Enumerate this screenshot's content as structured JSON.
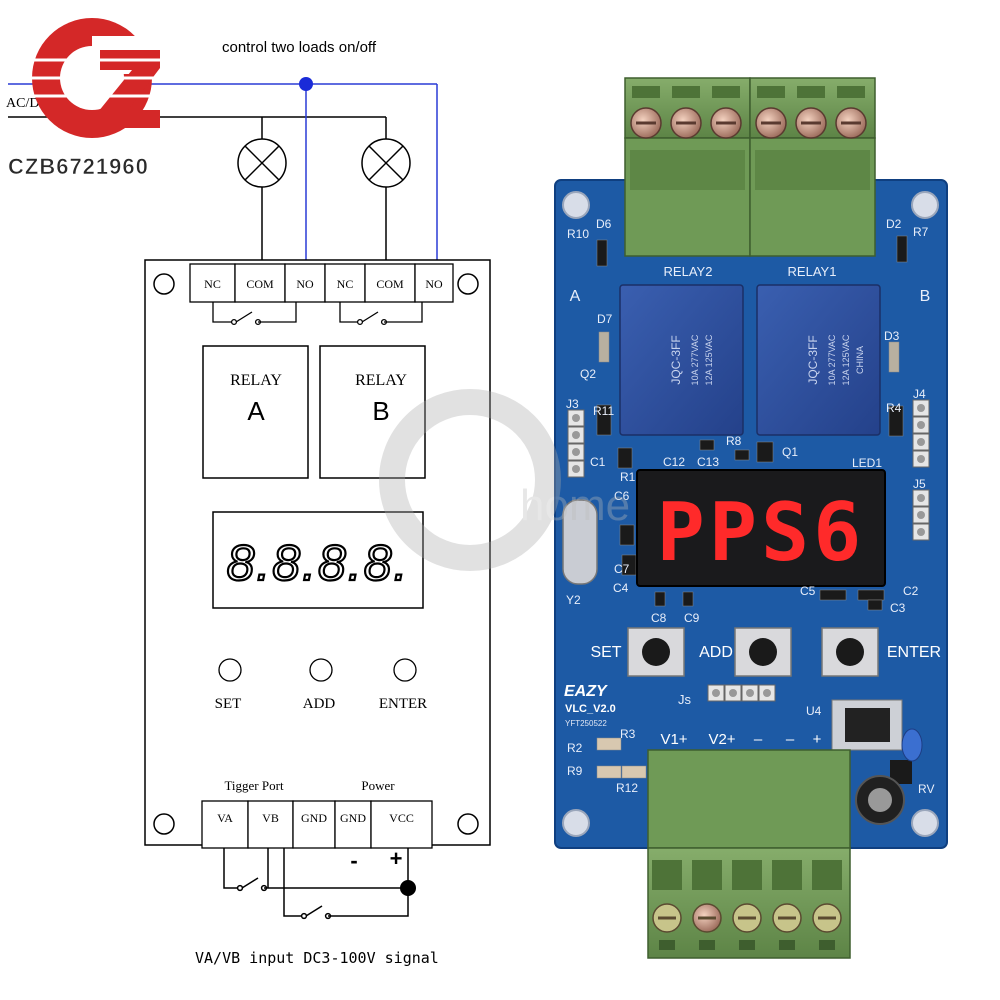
{
  "logo": {
    "mark": "CZB",
    "id_text": "CZB6721960"
  },
  "watermark": {
    "text": "home"
  },
  "diagram": {
    "title": "control two loads  on/off",
    "power_label": "AC/DC Power",
    "relay_terminals": [
      "NC",
      "COM",
      "NO",
      "NC",
      "COM",
      "NO"
    ],
    "relay_a": {
      "line1": "RELAY",
      "line2": "A"
    },
    "relay_b": {
      "line1": "RELAY",
      "line2": "B"
    },
    "display": "8.8.8.8.",
    "buttons": [
      "SET",
      "ADD",
      "ENTER"
    ],
    "trigger_port_label": "Tigger Port",
    "power_section_label": "Power",
    "input_terminals": [
      "VA",
      "VB",
      "GND",
      "GND",
      "VCC"
    ],
    "minus": "-",
    "plus": "+",
    "footer": "VA/VB input DC3-100V  signal"
  },
  "board": {
    "relay1_label": "RELAY1",
    "relay2_label": "RELAY2",
    "side_a": "A",
    "side_b": "B",
    "display": "PPS6",
    "buttons": [
      "SET",
      "ADD",
      "ENTER"
    ],
    "brand": "EAZY",
    "model": "VLC_V2.0",
    "code": "YFT250522",
    "input_labels": [
      "V1+",
      "V2+",
      "–",
      "–",
      "+"
    ],
    "js_label": "Js",
    "parts": [
      "R10",
      "D6",
      "D2",
      "R7",
      "D7",
      "D3",
      "Q2",
      "R11",
      "J3",
      "J4",
      "R4",
      "C1",
      "R1",
      "C12",
      "C13",
      "R8",
      "Q1",
      "LED1",
      "C6",
      "J5",
      "C7",
      "C4",
      "Y2",
      "C8",
      "C9",
      "C5",
      "C2",
      "C3",
      "U4",
      "R2",
      "R3",
      "R9",
      "R12",
      "RV"
    ],
    "relay_text": [
      "JQC-3FF",
      "10A 277VAC",
      "12A 125VAC",
      "CHINA"
    ],
    "colors": {
      "pcb": "#1d5aa5",
      "terminal": "#6f9a56",
      "relay": "#3050a0",
      "segment": "#ff2a2a"
    }
  }
}
